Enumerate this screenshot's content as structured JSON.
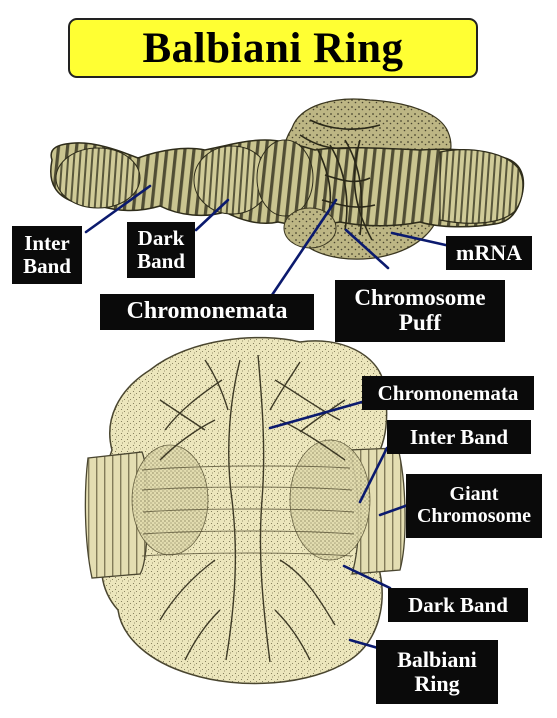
{
  "title": "Balbiani Ring",
  "labels": {
    "top_inter_band": [
      "Inter",
      "Band"
    ],
    "top_dark_band": [
      "Dark",
      "Band"
    ],
    "top_mrna": "mRNA",
    "top_chromonemata": "Chromonemata",
    "top_chromosome_puff": [
      "Chromosome",
      "Puff"
    ],
    "bottom_chromonemata": "Chromonemata",
    "bottom_inter_band": "Inter Band",
    "bottom_giant_chromosome": [
      "Giant",
      "Chromosome"
    ],
    "bottom_dark_band": "Dark Band",
    "bottom_balbiani_ring": [
      "Balbiani",
      "Ring"
    ]
  },
  "colors": {
    "title_background": "#ffff33",
    "label_background": "#0a0a0a",
    "label_text": "#ffffff",
    "leader_line": "#0b1a6e",
    "top_chromosome_fill": "#c9c48e",
    "top_chromosome_stripe": "#3c3a24",
    "bottom_ring_fill": "#ece6bc",
    "bottom_ring_stipple": "#6e6848"
  }
}
